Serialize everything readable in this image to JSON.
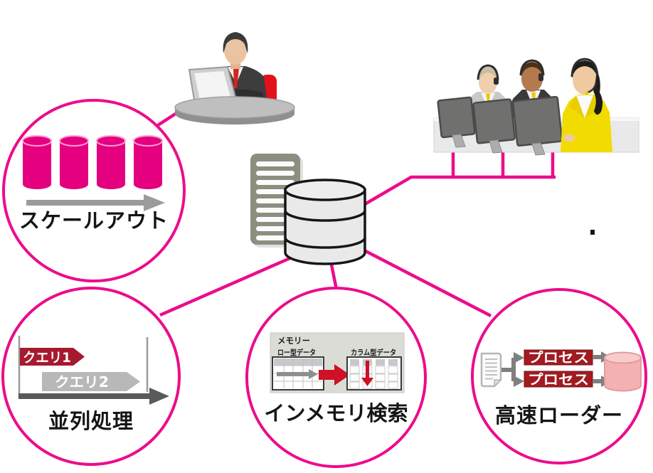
{
  "nodes": {
    "scale_out": {
      "label": "スケールアウト",
      "cylinder_count": 4,
      "icon": "database-cylinders-row-icon"
    },
    "parallel": {
      "label": "並列処理",
      "queries": [
        {
          "label": "クエリ1",
          "color": "#A6192E"
        },
        {
          "label": "クエリ2",
          "color": "#B8B8B8"
        }
      ],
      "icon": "timeline-gantt-icon"
    },
    "inmemory": {
      "label": "インメモリ検索",
      "panel_title": "メモリー",
      "row_store_label": "ロー型データ",
      "column_store_label": "カラム型データ",
      "icon": "row-to-column-conversion-icon"
    },
    "loader": {
      "label": "高速ローダー",
      "processes": [
        "プロセス",
        "プロセス"
      ],
      "icon": "file-to-parallel-process-to-db-icon"
    }
  },
  "center_icons": [
    "server-icon",
    "database-cylinder-icon"
  ],
  "illustrations": [
    "user-with-laptop",
    "three-operators-at-desk"
  ],
  "stray_dot": ".",
  "colors": {
    "accent_magenta": "#EC0C8C",
    "cylinder_magenta": "#E4007E",
    "query1_red": "#A6192E",
    "query2_gray": "#B8B8B8",
    "process_box_red": "#A11B21",
    "conversion_arrow_red": "#CE1126",
    "axis_gray": "#5A5A5A",
    "arrow_gray": "#9B9B9B",
    "server_gray": "#8D8D80",
    "db_fill": "#E9E9E9",
    "loader_db_pink": "#F3B1B1",
    "operator_jacket_yellow": "#F2DB00",
    "tie_yellow": "#EFC500",
    "chair_red": "#E3111B",
    "text": "#151515"
  }
}
